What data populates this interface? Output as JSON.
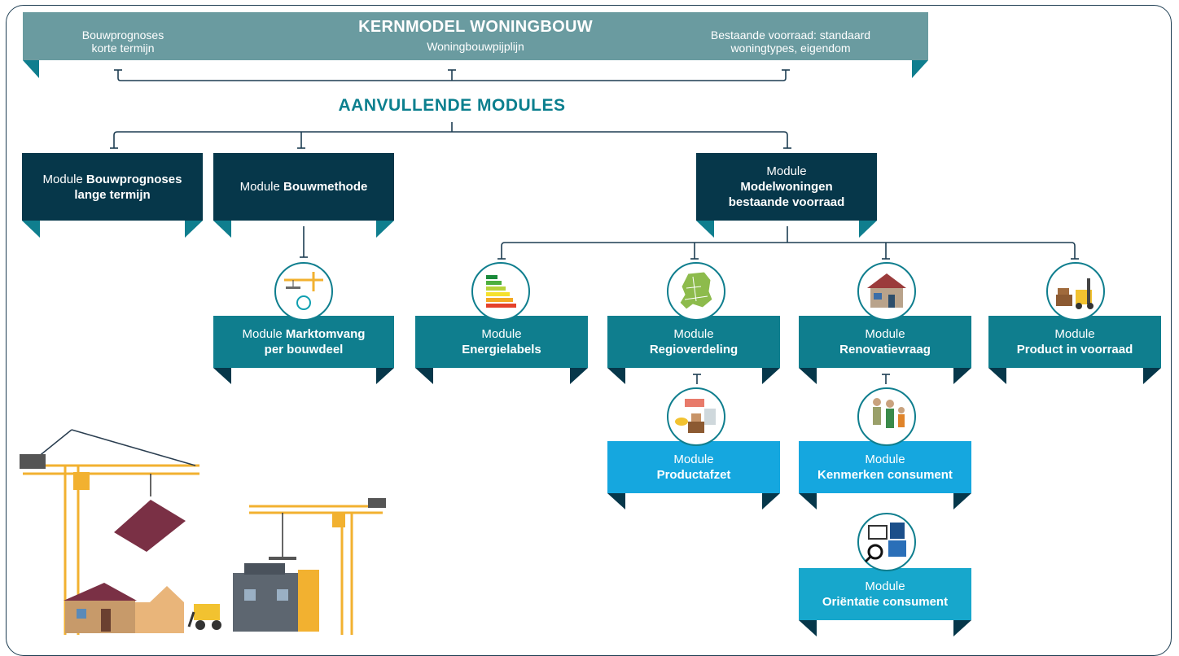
{
  "core": {
    "title": "KERNMODEL WONINGBOUW",
    "subtitle": "Woningbouwpijplijn",
    "left_line1": "Bouwprognoses",
    "left_line2": "korte termijn",
    "right_line1": "Bestaande voorraad: standaard",
    "right_line2": "woningtypes, eigendom"
  },
  "heading": "AANVULLENDE MODULES",
  "modules": {
    "lange_termijn": {
      "prefix": "Module",
      "bold": "Bouwprognoses",
      "bold2": "lange termijn"
    },
    "bouwmethode": {
      "prefix": "Module",
      "bold": "Bouwmethode"
    },
    "modelwoningen": {
      "prefix": "Module",
      "bold": "Modelwoningen",
      "bold2": "bestaande voorraad"
    },
    "marktomvang": {
      "prefix": "Module",
      "bold": "Marktomvang",
      "bold2": "per bouwdeel"
    },
    "energielabels": {
      "prefix": "Module",
      "bold": "Energielabels"
    },
    "regioverdeling": {
      "prefix": "Module",
      "bold": "Regioverdeling"
    },
    "renovatievraag": {
      "prefix": "Module",
      "bold": "Renovatievraag"
    },
    "product_voorraad": {
      "prefix": "Module",
      "bold": "Product in voorraad"
    },
    "productafzet": {
      "prefix": "Module",
      "bold": "Productafzet"
    },
    "kenmerken": {
      "prefix": "Module",
      "bold": "Kenmerken consument"
    },
    "orientatie": {
      "prefix": "Module",
      "bold": "Oriëntatie consument"
    }
  },
  "colors": {
    "core": "#6a9ba0",
    "dark": "#06374a",
    "teal": "#0f7e8e",
    "blue": "#15a7df",
    "heading": "#0b7f8e",
    "crane": "#f2b130"
  },
  "icons": [
    "crane-icon",
    "energy-label-icon",
    "netherlands-map-icon",
    "house-renovation-icon",
    "forklift-icon",
    "products-icon",
    "consumers-icon",
    "search-store-icon",
    "construction-scene-illustration"
  ]
}
